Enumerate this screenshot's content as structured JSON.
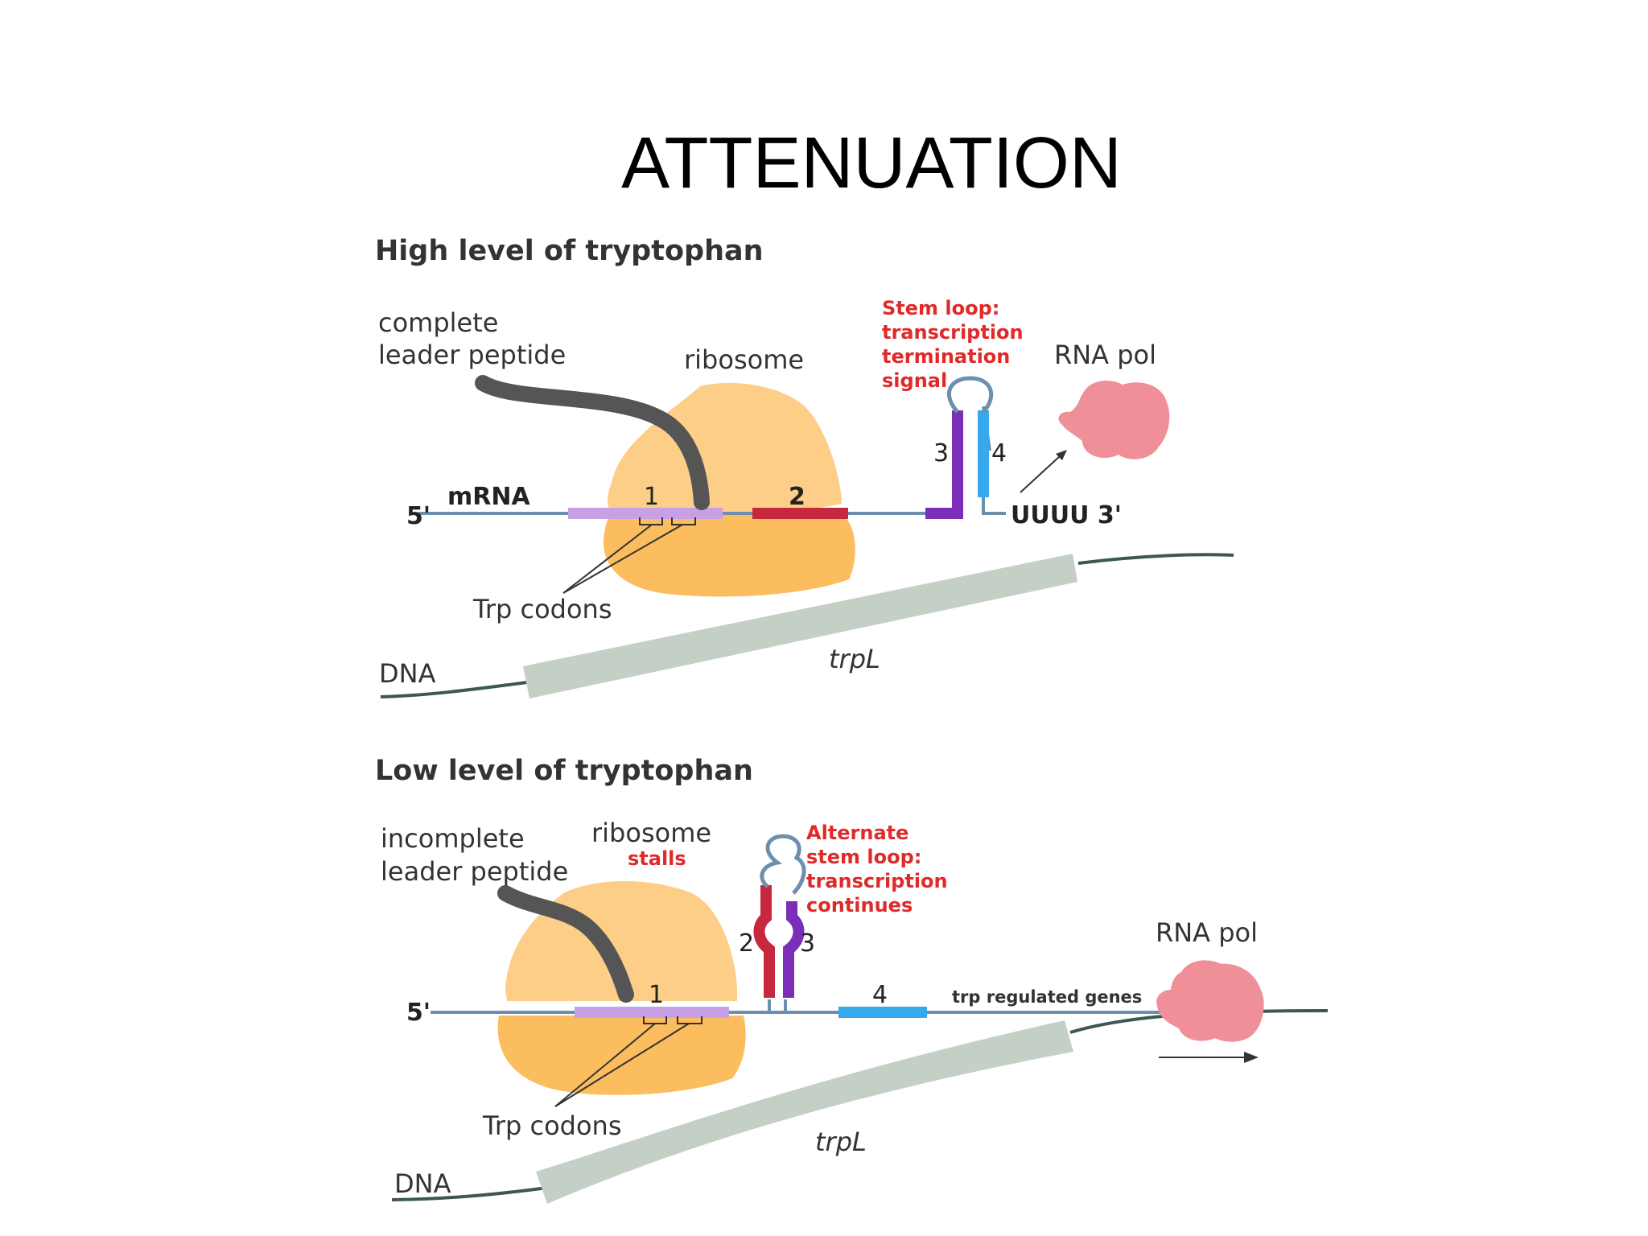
{
  "title": "ATTENUATION",
  "high": {
    "heading": "High level of tryptophan",
    "peptide_label": [
      "complete",
      "leader peptide"
    ],
    "ribosome_label": "ribosome",
    "stem_label": [
      "Stem loop:",
      "transcription",
      "termination",
      "signal"
    ],
    "rnapol_label": "RNA pol",
    "five_prime": "5'",
    "mrna_label": "mRNA",
    "region1": "1",
    "region2": "2",
    "region3": "3",
    "region4": "4",
    "uuuu": "UUUU 3'",
    "trp_codons": "Trp codons",
    "dna_label": "DNA",
    "gene_label": "trpL"
  },
  "low": {
    "heading": "Low level of tryptophan",
    "peptide_label": [
      "incomplete",
      "leader peptide"
    ],
    "ribosome_label": "ribosome",
    "stalls": "stalls",
    "stem_label": [
      "Alternate",
      "stem loop:",
      "transcription",
      "continues"
    ],
    "rnapol_label": "RNA pol",
    "five_prime": "5'",
    "region1": "1",
    "region2": "2",
    "region3": "3",
    "region4": "4",
    "regulated": "trp regulated genes",
    "trp_codons": "Trp codons",
    "dna_label": "DNA",
    "gene_label": "trpL"
  },
  "colors": {
    "ribosome_light": "#fdce88",
    "ribosome_dark": "#fbbd5e",
    "region1": "#c7a0e6",
    "region2": "#c8283e",
    "region3": "#7b2fb8",
    "region4": "#36a9ec",
    "mrna": "#6c8fae",
    "rna_pol": "#ef8f97",
    "dna_bar": "#c4cfc5",
    "dna_line": "#3d5751",
    "peptide": "#555555",
    "red_text": "#e02a2a"
  }
}
